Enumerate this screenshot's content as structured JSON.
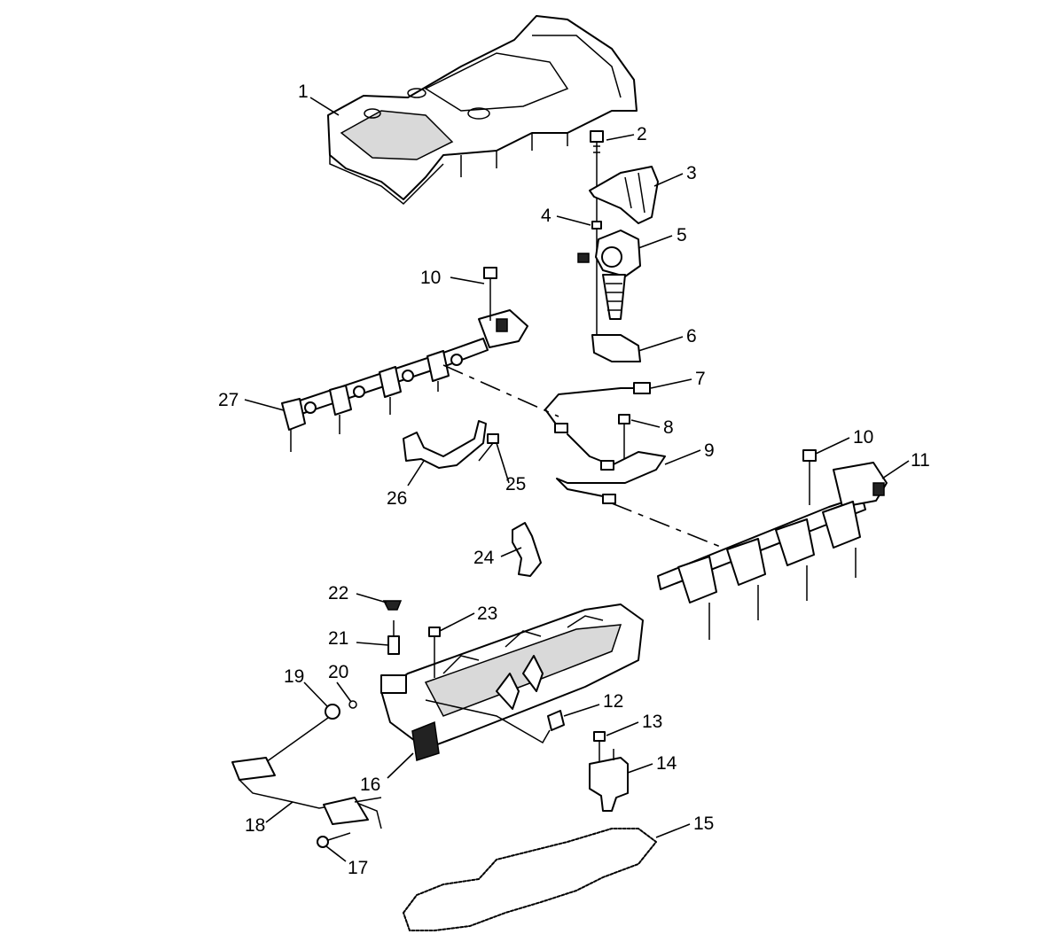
{
  "callouts": [
    {
      "label": "1"
    },
    {
      "label": "2"
    },
    {
      "label": "3"
    },
    {
      "label": "4"
    },
    {
      "label": "5"
    },
    {
      "label": "6"
    },
    {
      "label": "7"
    },
    {
      "label": "8"
    },
    {
      "label": "9"
    },
    {
      "label": "10"
    },
    {
      "label": "10"
    },
    {
      "label": "11"
    },
    {
      "label": "12"
    },
    {
      "label": "13"
    },
    {
      "label": "14"
    },
    {
      "label": "15"
    },
    {
      "label": "16"
    },
    {
      "label": "17"
    },
    {
      "label": "18"
    },
    {
      "label": "19"
    },
    {
      "label": "20"
    },
    {
      "label": "21"
    },
    {
      "label": "22"
    },
    {
      "label": "23"
    },
    {
      "label": "24"
    },
    {
      "label": "25"
    },
    {
      "label": "26"
    },
    {
      "label": "27"
    }
  ],
  "colors": {
    "line": "#000000",
    "background": "#ffffff",
    "shade": "#d9d9d9"
  }
}
